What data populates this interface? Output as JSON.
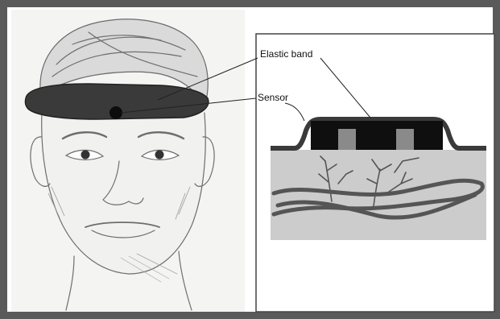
{
  "labels": {
    "elastic_band": "Elastic band",
    "sensor": "Sensor"
  },
  "colors": {
    "frame_border": "#555555",
    "headband": "#3a3a3a",
    "sensor_body": "#111111",
    "sensor_window": "#8a8a8a",
    "skin_layer": "#cccccc",
    "vessels": "#555555",
    "sketch_line": "#7a7a7a"
  },
  "icons": {
    "left_panel": "head-with-headband-sketch",
    "right_panel": "sensor-cross-section"
  }
}
